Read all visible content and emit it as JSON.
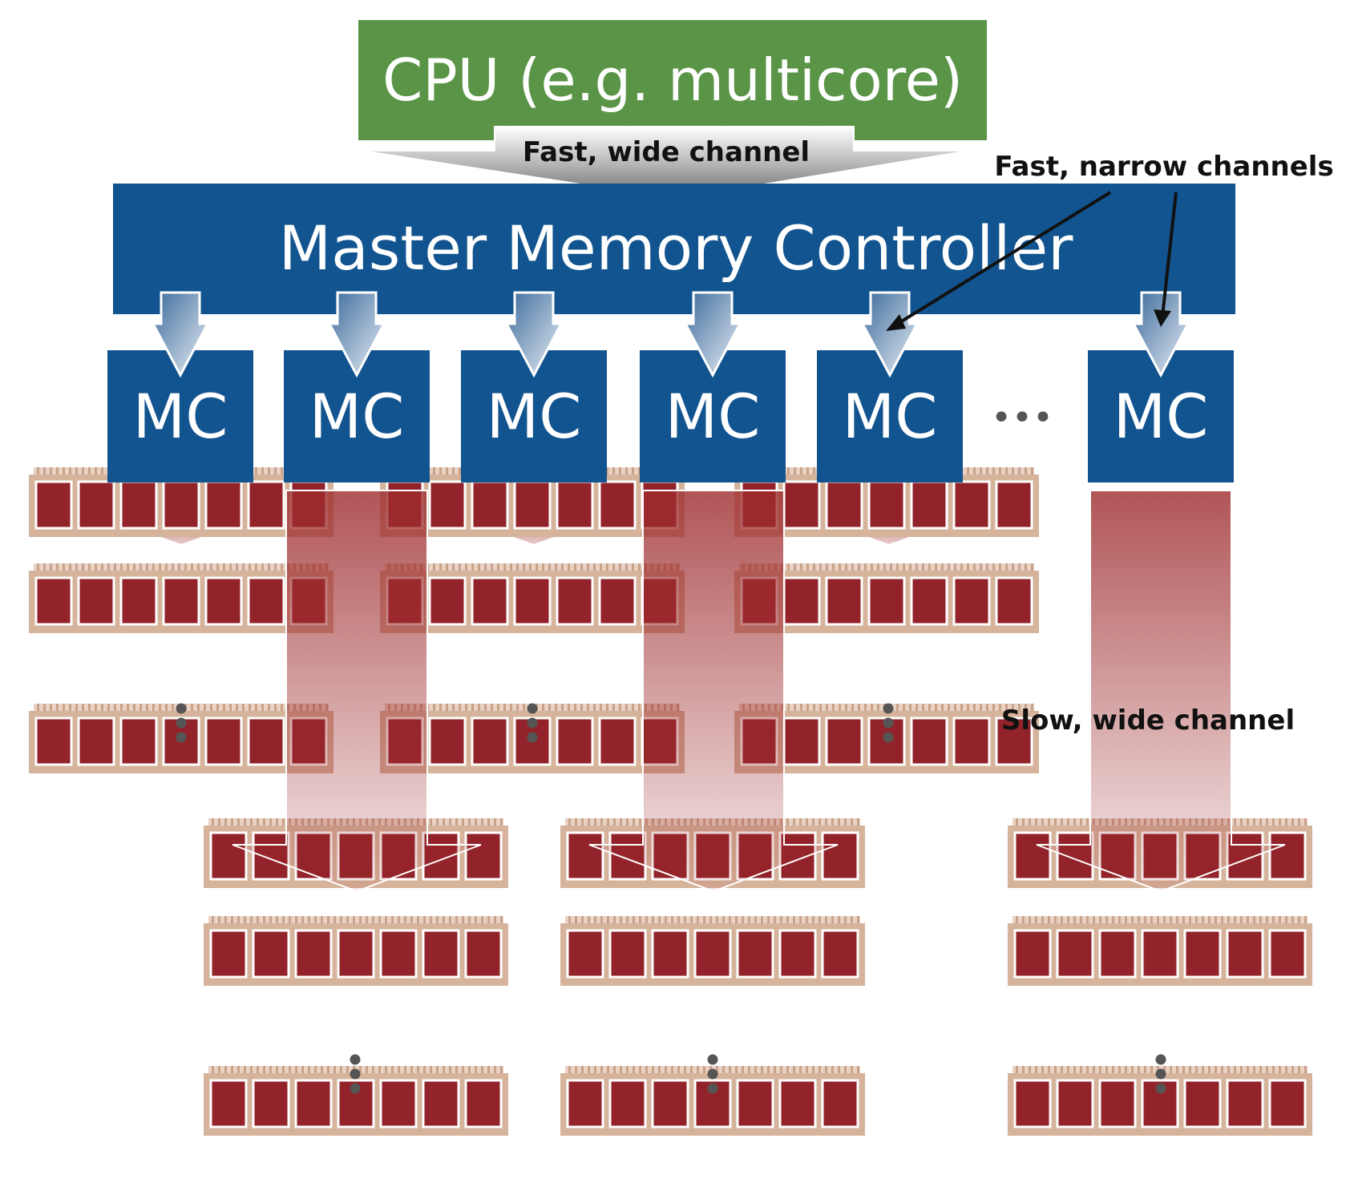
{
  "cpu": {
    "label": "CPU (e.g. multicore)",
    "color": "#5a9447"
  },
  "channels": {
    "fast_wide": "Fast, wide channel",
    "fast_narrow": "Fast, narrow channels",
    "slow_wide": "Slow, wide channel"
  },
  "master_controller": {
    "label": "Master Memory Controller",
    "color": "#12548f"
  },
  "memory_controllers": {
    "label": "MC",
    "items": [
      "MC",
      "MC",
      "MC",
      "MC",
      "MC",
      "MC"
    ],
    "ellipsis": "•••"
  },
  "colors": {
    "dimm_border": "#d6b39b",
    "dimm_chip": "#93232a",
    "channel_red": "#9e2c2e",
    "arrow_blue": "#4c79a6"
  }
}
